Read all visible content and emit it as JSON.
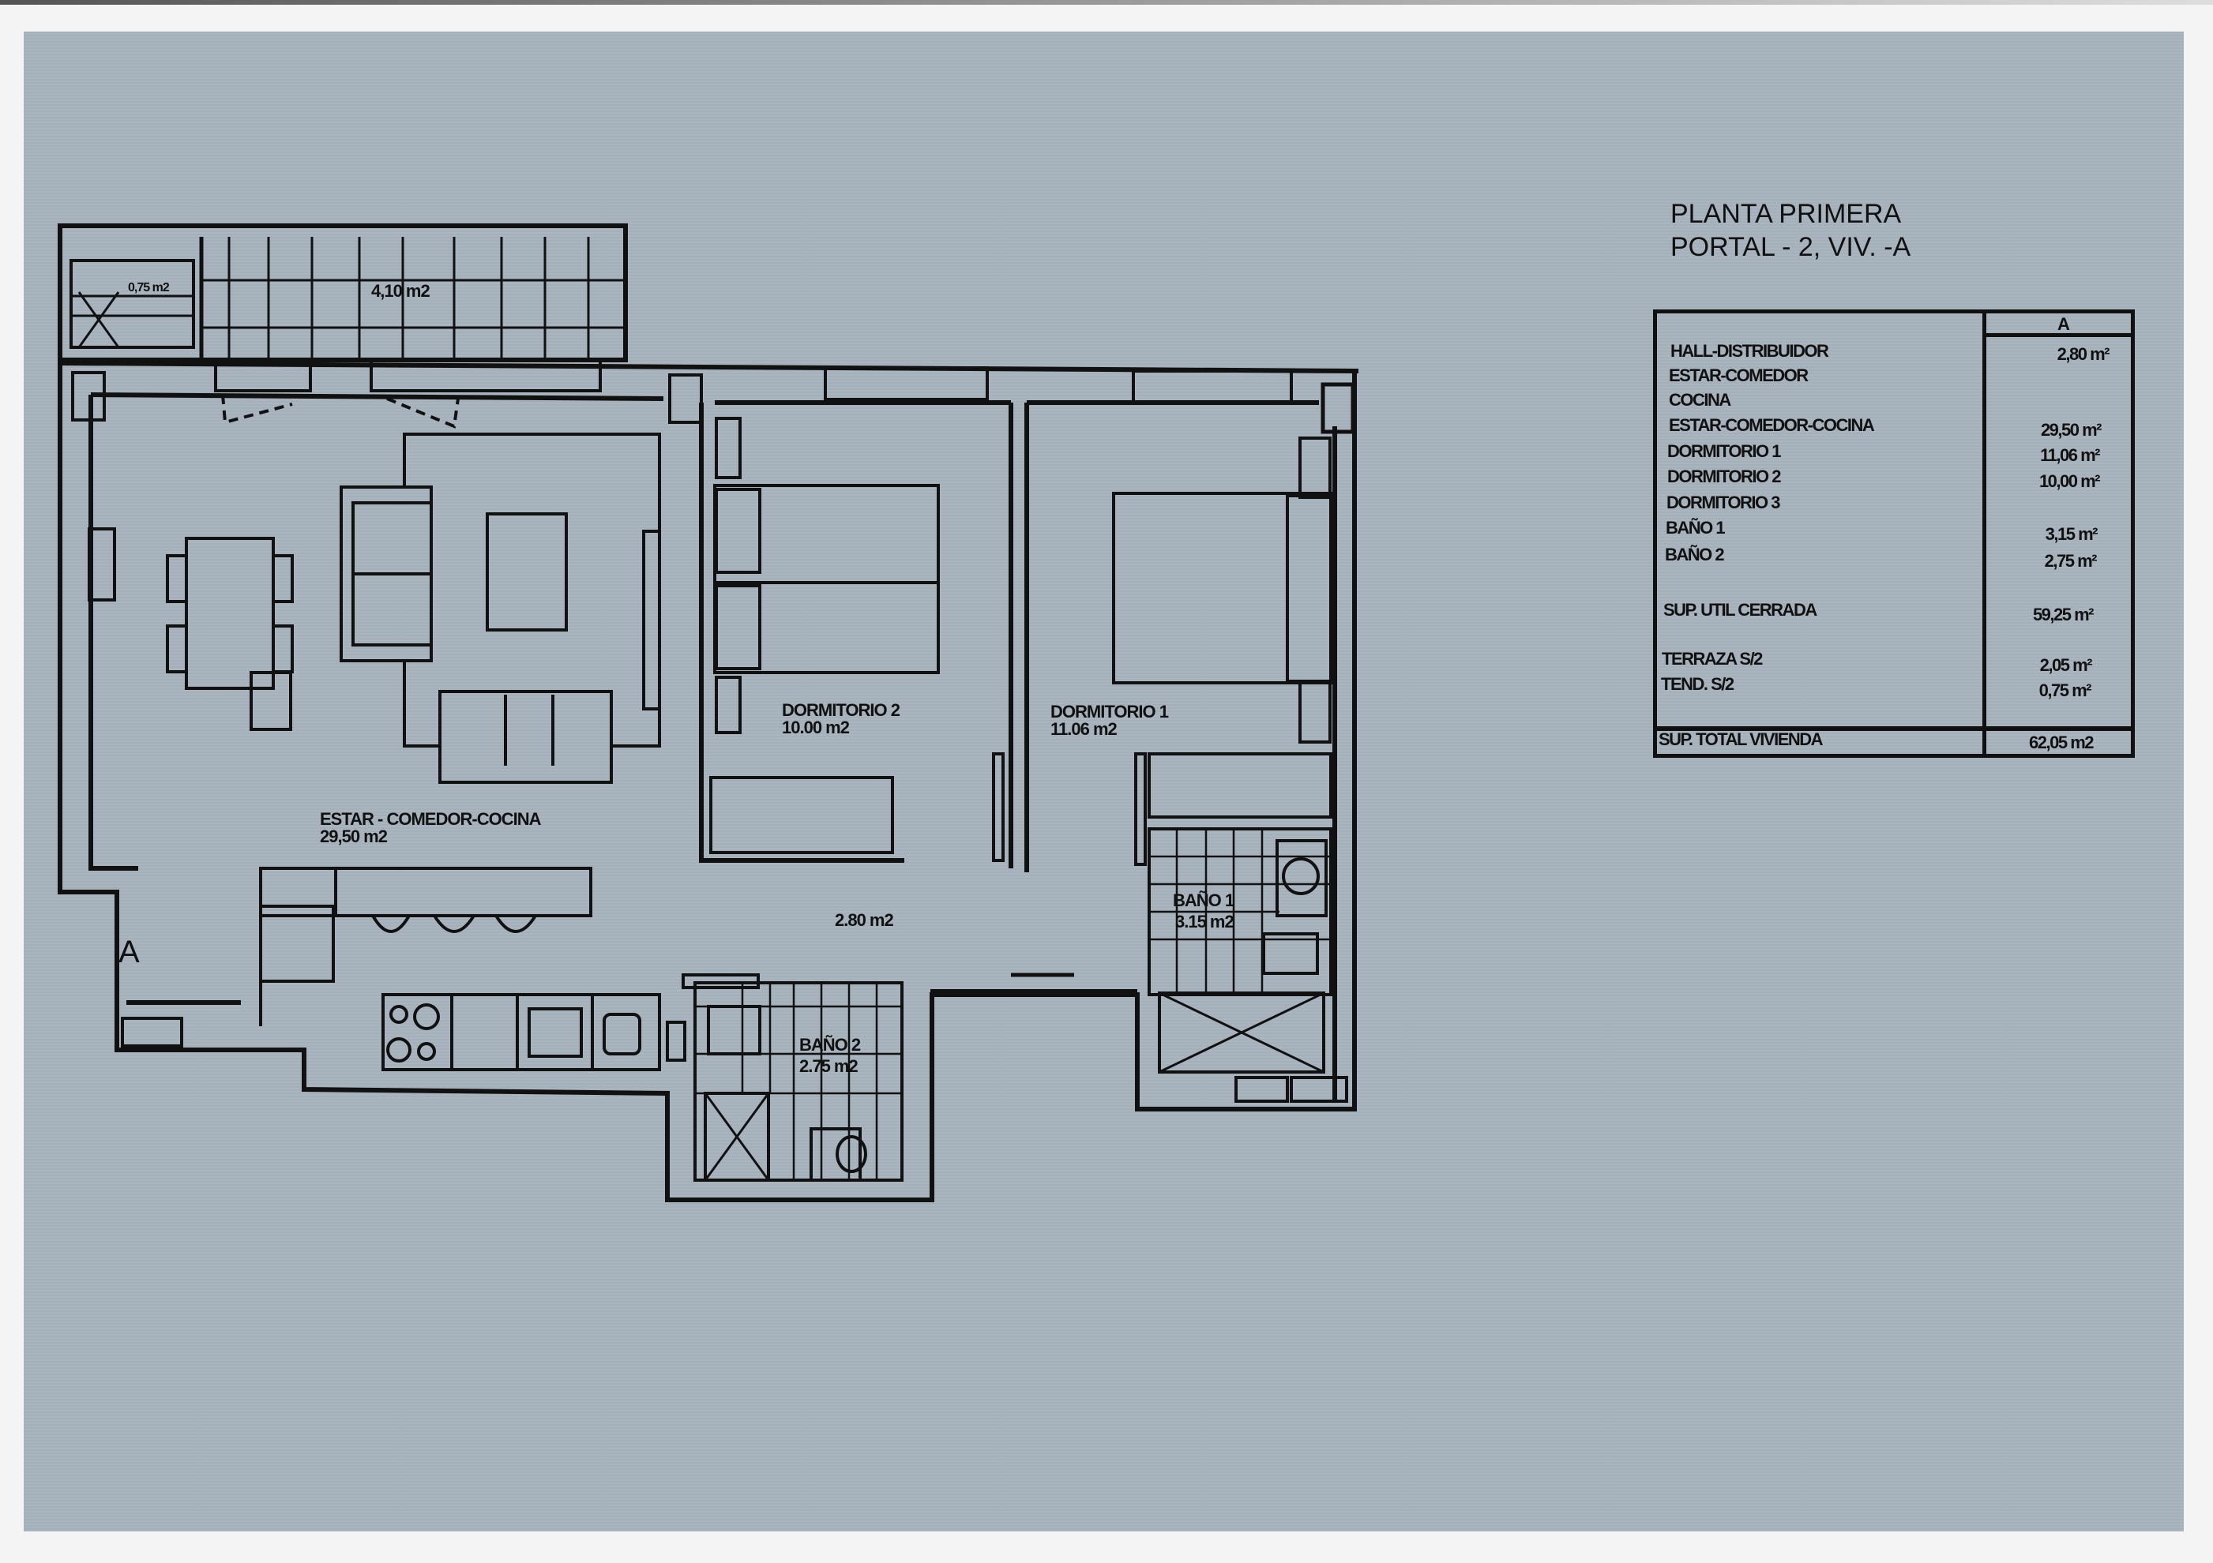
{
  "document": {
    "type": "floor-plan",
    "title_line1": "PLANTA PRIMERA",
    "title_line2": "PORTAL - 2, VIV. -A"
  },
  "colors": {
    "paper": "#a7b3bd",
    "ink": "#111111",
    "background": "#f4f4f4"
  },
  "plan_labels": {
    "terrace": {
      "area": "4,10 m2"
    },
    "tendedero": {
      "area": "0,75 m2"
    },
    "living": {
      "name": "ESTAR - COMEDOR-COCINA",
      "area": "29,50 m2"
    },
    "hall": {
      "area": "2.80 m2"
    },
    "bedroom2": {
      "name": "DORMITORIO 2",
      "area": "10.00 m2"
    },
    "bedroom1": {
      "name": "DORMITORIO 1",
      "area": "11.06 m2"
    },
    "bath1": {
      "name": "BAÑO 1",
      "area": "3.15 m2"
    },
    "bath2": {
      "name": "BAÑO 2",
      "area": "2.75 m2"
    },
    "entrance_marker": "A"
  },
  "area_table": {
    "column_header": "A",
    "rows": [
      {
        "label": "HALL-DISTRIBUIDOR",
        "value": "2,80 m²"
      },
      {
        "label": "ESTAR-COMEDOR",
        "value": ""
      },
      {
        "label": "COCINA",
        "value": ""
      },
      {
        "label": "ESTAR-COMEDOR-COCINA",
        "value": "29,50 m²"
      },
      {
        "label": "DORMITORIO 1",
        "value": "11,06 m²"
      },
      {
        "label": "DORMITORIO 2",
        "value": "10,00 m²"
      },
      {
        "label": "DORMITORIO 3",
        "value": ""
      },
      {
        "label": "BAÑO 1",
        "value": "3,15 m²"
      },
      {
        "label": "BAÑO 2",
        "value": "2,75 m²"
      },
      {
        "label": "SUP. UTIL CERRADA",
        "value": "59,25 m²"
      },
      {
        "label": "TERRAZA S/2",
        "value": "2,05 m²"
      },
      {
        "label": "TEND. S/2",
        "value": "0,75 m²"
      }
    ],
    "total": {
      "label": "SUP. TOTAL VIVIENDA",
      "value": "62,05 m2"
    }
  }
}
